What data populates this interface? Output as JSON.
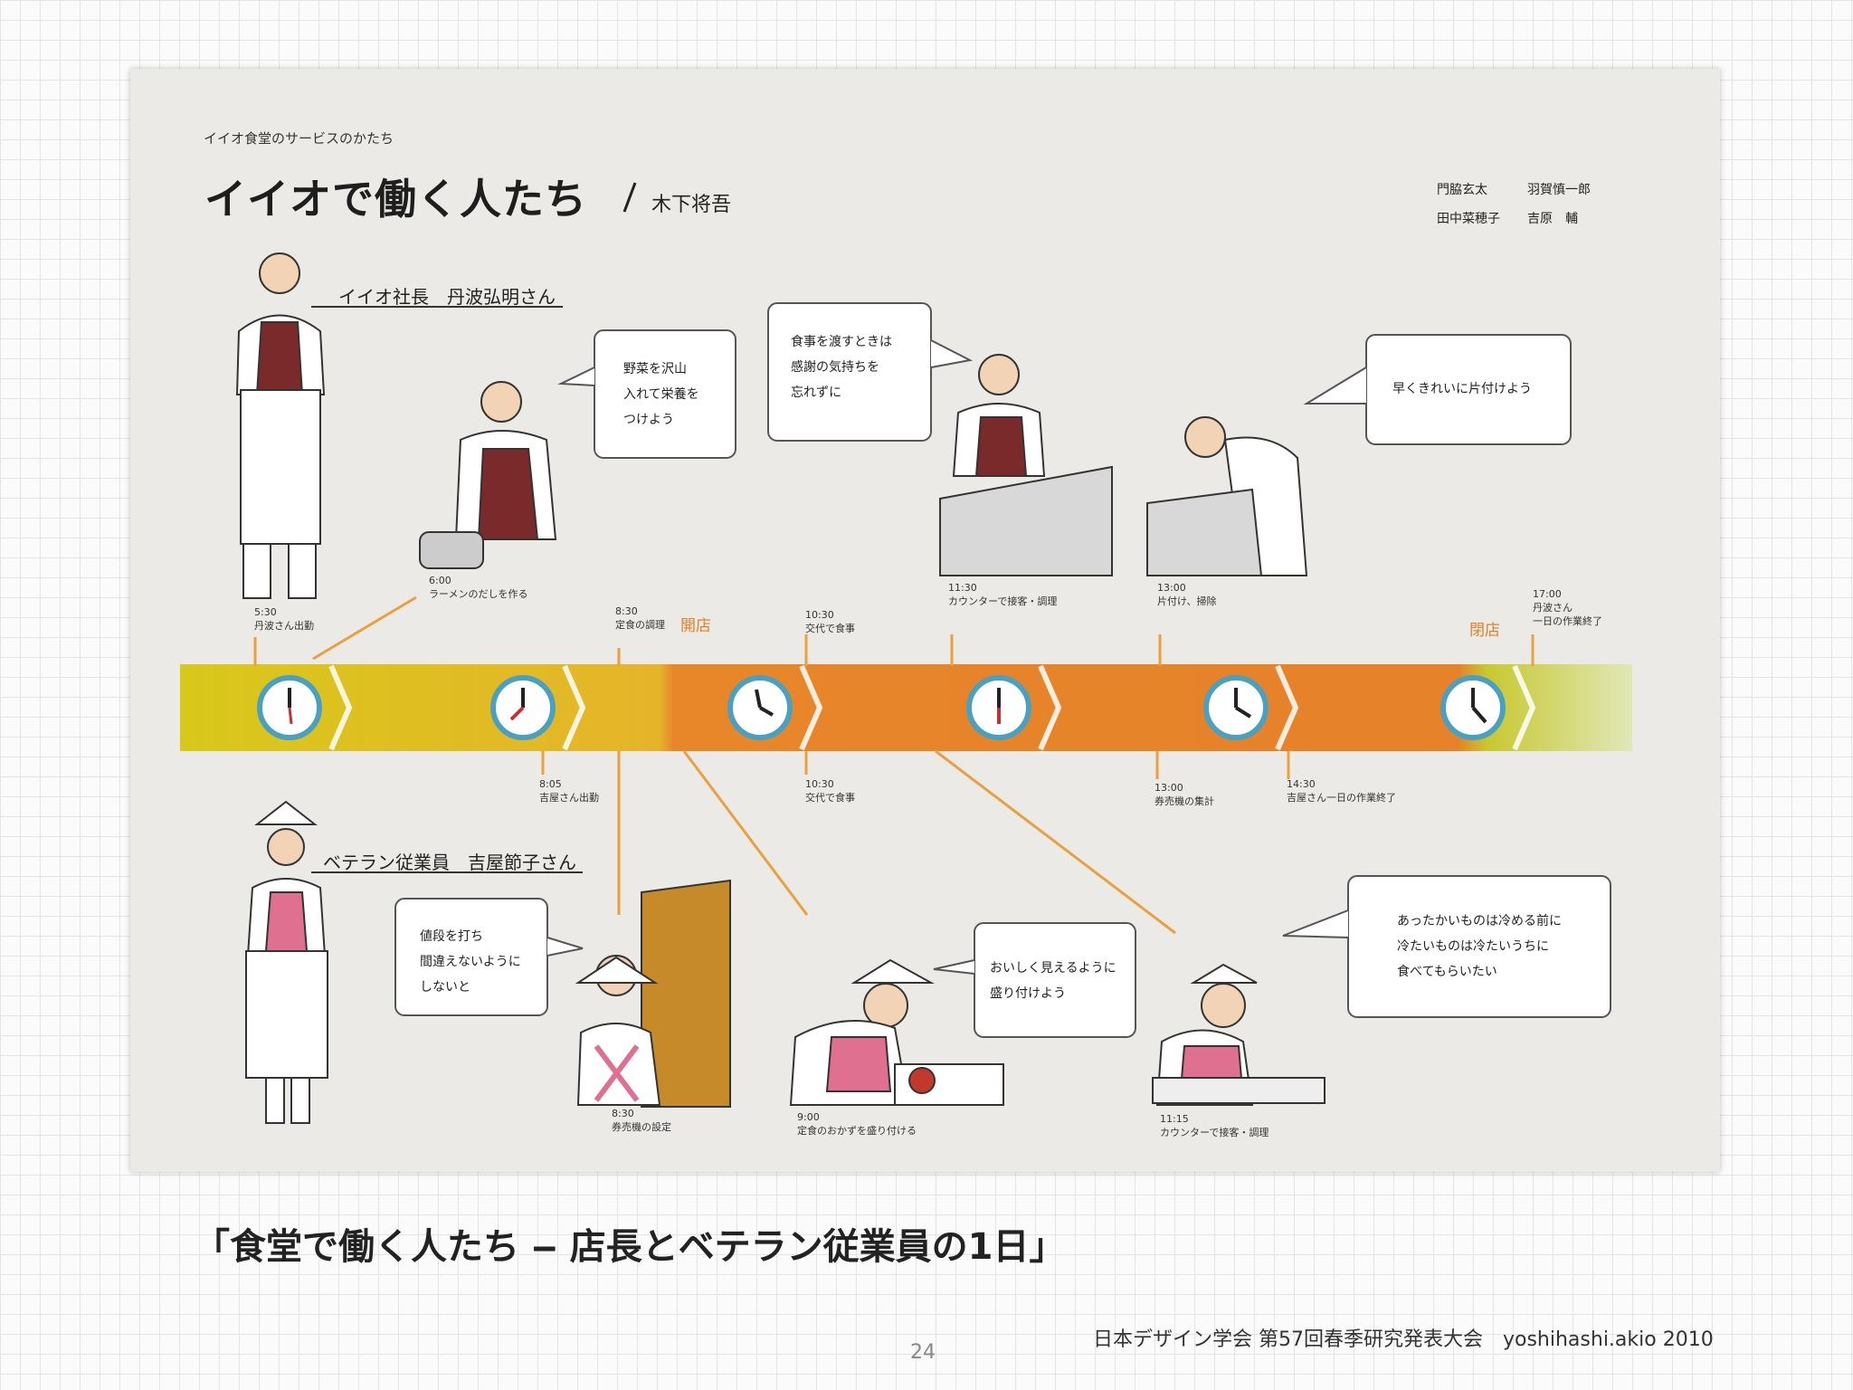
{
  "poster": {
    "subtitle": "イイオ食堂のサービスのかたち",
    "title": "イイオで働く人たち",
    "author": "木下将吾",
    "members": [
      "門脇玄太",
      "羽賀慎一郎",
      "田中菜穂子",
      "吉原　輔"
    ]
  },
  "people": {
    "owner_label": "イイオ社長　丹波弘明さん",
    "veteran_label": "ベテラン従業員　吉屋節子さん"
  },
  "bubbles": {
    "b1": "野菜を沢山\n入れて栄養を\nつけよう",
    "b2": "食事を渡すときは\n感謝の気持ちを\n忘れずに",
    "b3": "早くきれいに片付けよう",
    "b4": "値段を打ち\n間違えないように\nしないと",
    "b5": "おいしく見えるように\n盛り付けよう",
    "b6": "あったかいものは冷める前に\n冷たいものは冷たいうちに\n食べてもらいたい"
  },
  "timeline": {
    "store_open": "開店",
    "store_close": "閉店",
    "top": {
      "t530": "5:30\n丹波さん出勤",
      "t600": "6:00\nラーメンのだしを作る",
      "t830": "8:30\n定食の調理",
      "t1030": "10:30\n交代で食事",
      "t1130": "11:30\nカウンターで接客・調理",
      "t1300": "13:00\n片付け、掃除",
      "t1700": "17:00\n丹波さん\n一日の作業終了"
    },
    "bottom": {
      "t805": "8:05\n吉屋さん出勤",
      "t1030": "10:30\n交代で食事",
      "t1300": "13:00\n券売機の集計",
      "t1430": "14:30\n吉屋さん一日の作業終了",
      "t830": "8:30\n券売機の設定",
      "t900": "9:00\n定食のおかずを盛り付ける",
      "t1115": "11:15\nカウンターで接客・調理"
    }
  },
  "slide": {
    "caption": "「食堂で働く人たち ‒ 店長とベテラン従業員の1日」",
    "credit": "日本デザイン学会 第57回春季研究発表大会　yoshihashi.akio 2010",
    "page_number": "24"
  },
  "colors": {
    "timeline_yellow": "#e8b828",
    "timeline_orange": "#e8862a",
    "clock_ring": "#4aa0c0",
    "apron_red": "#7a2a2a",
    "apron_pink": "#e07090"
  }
}
